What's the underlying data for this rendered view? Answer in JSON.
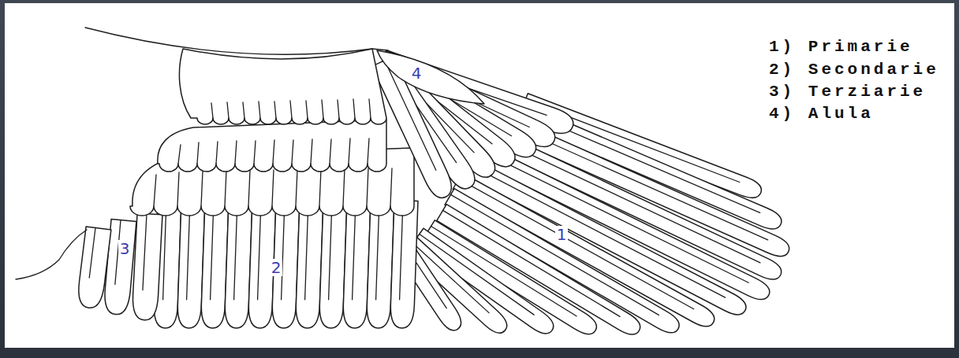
{
  "diagram": {
    "labels": [
      "1",
      "2",
      "3",
      "4",
      "1) Primarie",
      "2) Secondarie",
      "3) Terziarie",
      "4) Alula"
    ]
  }
}
